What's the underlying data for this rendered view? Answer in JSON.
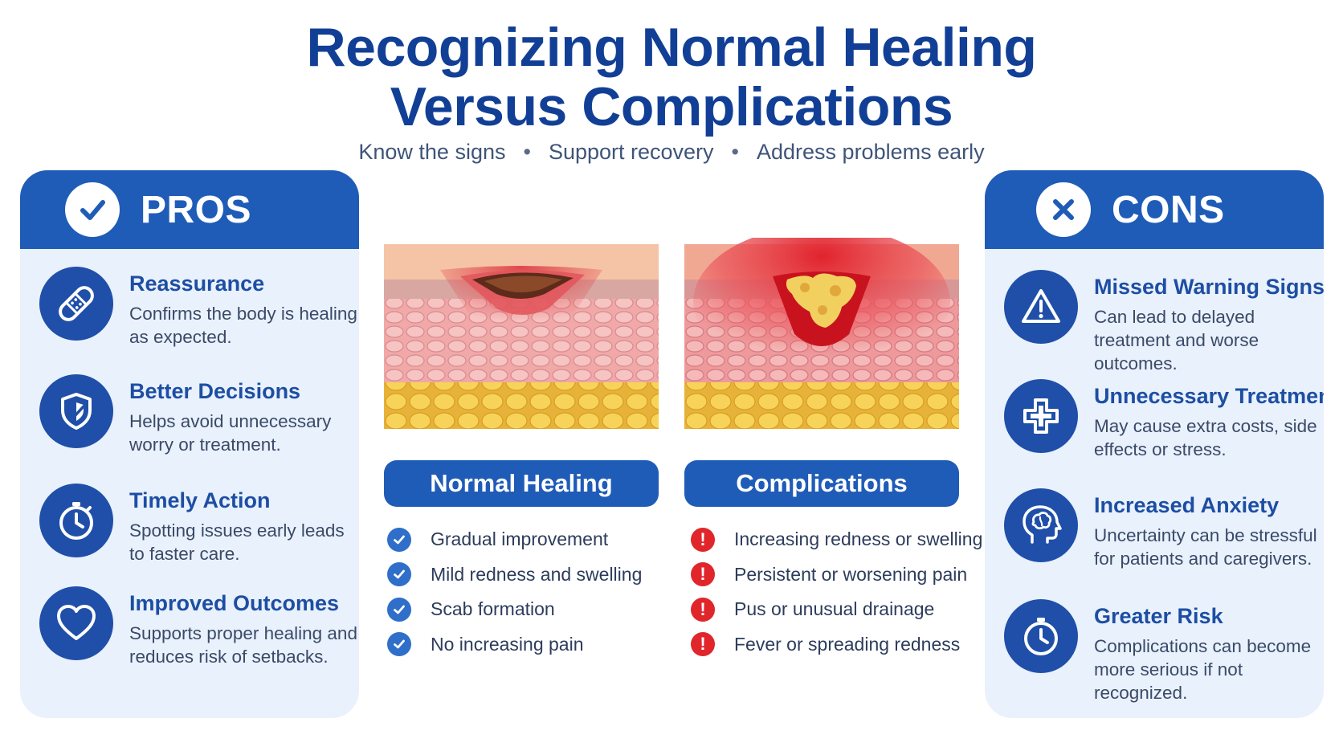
{
  "title": {
    "line1": "Recognizing Normal Healing",
    "line2": "Versus Complications"
  },
  "subtitle": [
    "Know the signs",
    "Support recovery",
    "Address problems early"
  ],
  "subtitle_separator": "•",
  "pros": {
    "label": "PROS",
    "items": [
      {
        "icon": "bandage-icon",
        "title": "Reassurance",
        "desc": "Confirms the body is healing as expected."
      },
      {
        "icon": "shield-check-icon",
        "title": "Better Decisions",
        "desc": "Helps avoid unnecessary worry or treatment."
      },
      {
        "icon": "stopwatch-icon",
        "title": "Timely Action",
        "desc": "Spotting issues early leads to faster care."
      },
      {
        "icon": "heart-icon",
        "title": "Improved Outcomes",
        "desc": "Supports proper healing and reduces risk of setbacks."
      }
    ]
  },
  "cons": {
    "label": "CONS",
    "items": [
      {
        "icon": "warning-icon",
        "title": "Missed Warning Signs",
        "desc": "Can lead to delayed treatment and worse outcomes."
      },
      {
        "icon": "medical-cross-icon",
        "title": "Unnecessary Treatment",
        "desc": "May cause extra costs, side effects or stress."
      },
      {
        "icon": "brain-head-icon",
        "title": "Increased Anxiety",
        "desc": "Uncertainty can be stressful for patients and caregivers."
      },
      {
        "icon": "clock-icon",
        "title": "Greater Risk",
        "desc": "Complications can become more serious if not recognized."
      }
    ]
  },
  "normal": {
    "label": "Normal Healing",
    "items": [
      "Gradual improvement",
      "Mild redness and swelling",
      "Scab formation",
      "No increasing pain"
    ]
  },
  "complications": {
    "label": "Complications",
    "items": [
      "Increasing redness or swelling",
      "Persistent or worsening pain",
      "Pus or unusual drainage",
      "Fever or spreading redness"
    ]
  },
  "colors": {
    "brand_blue": "#1f5cb8",
    "title_blue": "#123f96",
    "panel_bg": "#e9f1fc",
    "warning_red": "#e0262b"
  }
}
